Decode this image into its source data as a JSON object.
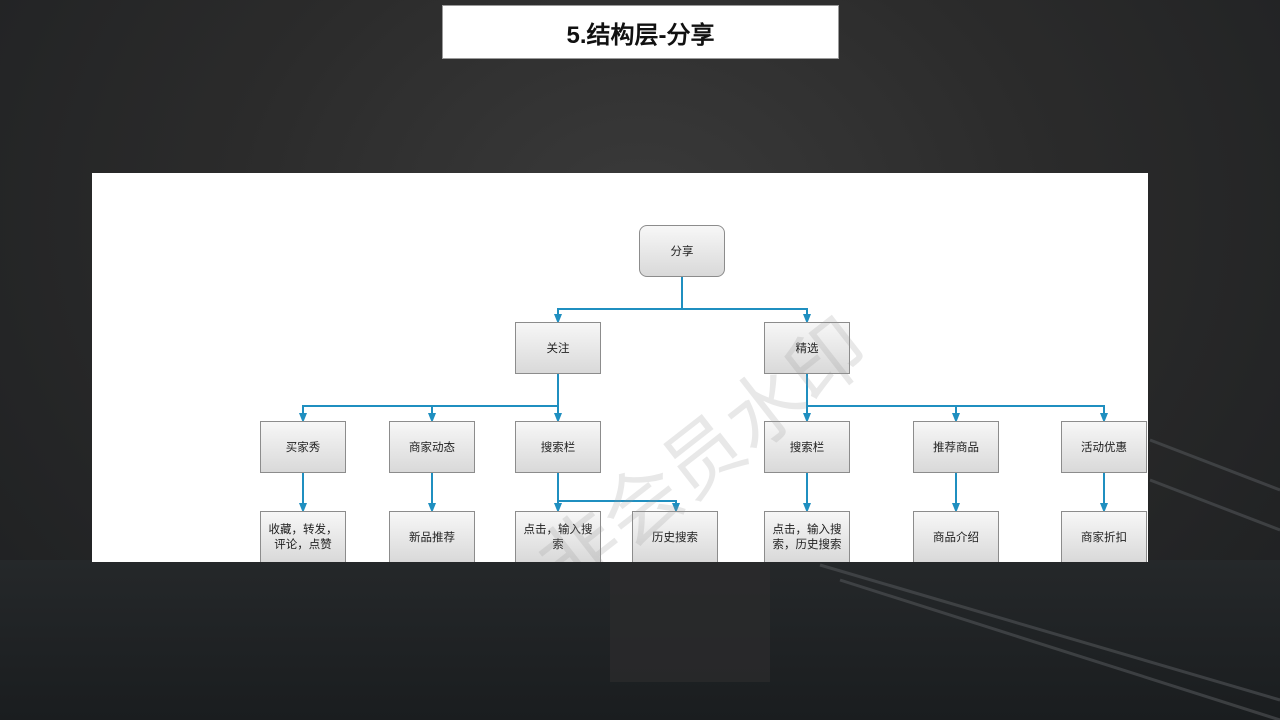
{
  "slide": {
    "title": "5.结构层-分享",
    "watermark": "非会员水印"
  },
  "tree": {
    "root": "分享",
    "level1": [
      "关注",
      "精选"
    ],
    "level2": [
      "买家秀",
      "商家动态",
      "搜索栏",
      "搜索栏",
      "推荐商品",
      "活动优惠"
    ],
    "level3": [
      "收藏，转发，评论，点赞",
      "新品推荐",
      "点击，输入搜索",
      "历史搜索",
      "点击，输入搜索，历史搜索",
      "商品介绍",
      "商家折扣"
    ]
  },
  "colors": {
    "connector": "#1f8fc0",
    "node_border": "#8c8c8c"
  }
}
